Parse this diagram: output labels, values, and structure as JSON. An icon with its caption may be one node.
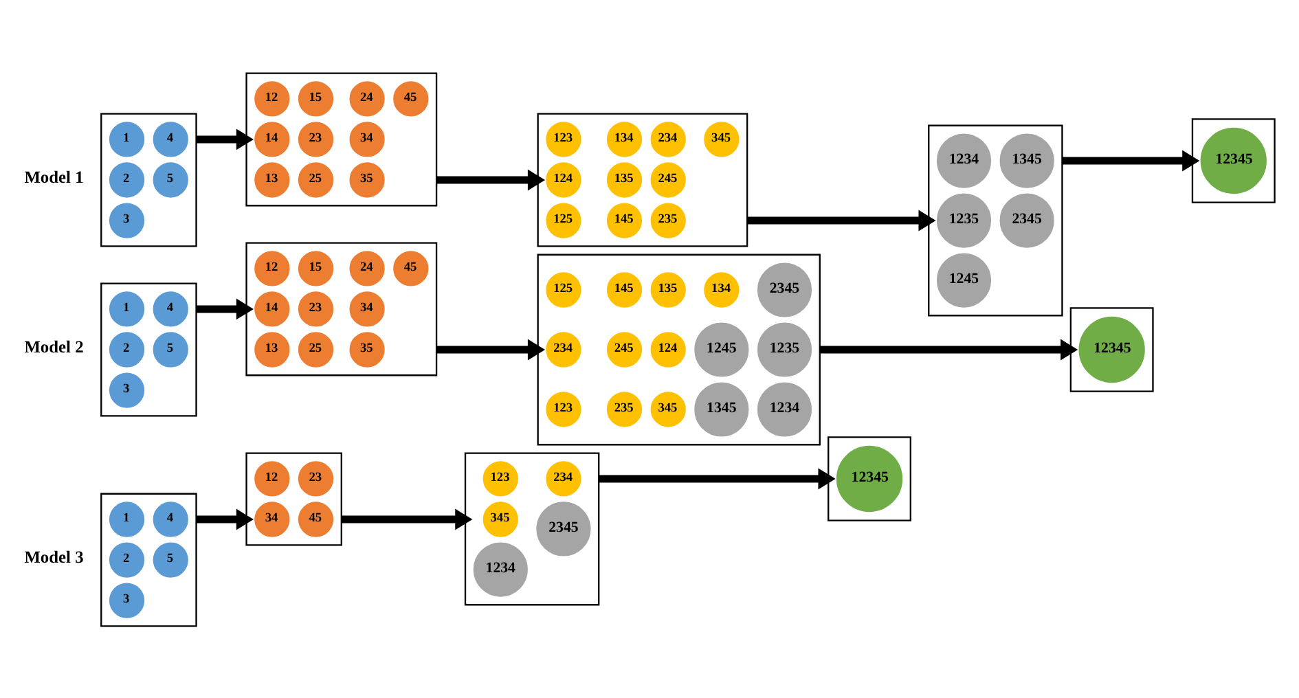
{
  "diagram": {
    "nodes": [
      {
        "text": [],
        "shape": "box"
      },
      {
        "text": [
          "1"
        ],
        "in": 0
      },
      {
        "text": [
          "2"
        ],
        "in": 0
      },
      {
        "text": [
          "3"
        ],
        "in": 0
      },
      {
        "text": [
          "4"
        ],
        "in": 0
      },
      {
        "text": [
          "5"
        ],
        "in": 0
      },
      {
        "text": [],
        "shape": "box"
      },
      {
        "text": [
          "12"
        ],
        "in": 6
      },
      {
        "text": [
          "14"
        ],
        "in": 6
      },
      {
        "text": [
          "13"
        ],
        "in": 6
      },
      {
        "text": [
          "15"
        ],
        "in": 6
      },
      {
        "text": [
          "23"
        ],
        "in": 6
      },
      {
        "text": [
          "25"
        ],
        "in": 6
      },
      {
        "text": [
          "24"
        ],
        "in": 6
      },
      {
        "text": [
          "34"
        ],
        "in": 6
      },
      {
        "text": [
          "35"
        ],
        "in": 6
      },
      {
        "text": [
          "45"
        ],
        "in": 6
      },
      {
        "text": [],
        "shape": "box"
      },
      {
        "text": [
          "123"
        ],
        "in": 17
      },
      {
        "text": [
          "124"
        ],
        "in": 17
      },
      {
        "text": [
          "125"
        ],
        "in": 17
      },
      {
        "text": [
          "134"
        ],
        "in": 17
      },
      {
        "text": [
          "135"
        ],
        "in": 17
      },
      {
        "text": [
          "145"
        ],
        "in": 17
      },
      {
        "text": [
          "234"
        ],
        "in": 17
      },
      {
        "text": [
          "245"
        ],
        "in": 17
      },
      {
        "text": [
          "235"
        ],
        "in": 17
      },
      {
        "text": [
          "345"
        ],
        "in": 17
      },
      {
        "text": [],
        "shape": "box"
      },
      {
        "text": [
          "1234"
        ],
        "in": 28
      },
      {
        "text": [
          "1235"
        ],
        "in": 28
      },
      {
        "text": [
          "1245"
        ],
        "in": 28
      },
      {
        "text": [
          "1345"
        ],
        "in": 28
      },
      {
        "text": [
          "2345"
        ],
        "in": 28
      },
      {
        "text": [],
        "shape": "box"
      },
      {
        "text": [
          "12345"
        ],
        "in": 34
      },
      {
        "text": [],
        "shape": "box"
      },
      {
        "text": [
          "1"
        ],
        "in": 36
      },
      {
        "text": [
          "2"
        ],
        "in": 36
      },
      {
        "text": [
          "3"
        ],
        "in": 36
      },
      {
        "text": [
          "4"
        ],
        "in": 36
      },
      {
        "text": [
          "5"
        ],
        "in": 36
      },
      {
        "text": [],
        "shape": "box"
      },
      {
        "text": [
          "12"
        ],
        "in": 42
      },
      {
        "text": [
          "14"
        ],
        "in": 42
      },
      {
        "text": [
          "13"
        ],
        "in": 42
      },
      {
        "text": [
          "15"
        ],
        "in": 42
      },
      {
        "text": [
          "23"
        ],
        "in": 42
      },
      {
        "text": [
          "25"
        ],
        "in": 42
      },
      {
        "text": [
          "24"
        ],
        "in": 42
      },
      {
        "text": [
          "34"
        ],
        "in": 42
      },
      {
        "text": [
          "35"
        ],
        "in": 42
      },
      {
        "text": [
          "45"
        ],
        "in": 42
      },
      {
        "text": [],
        "shape": "box"
      },
      {
        "text": [
          "125"
        ],
        "in": 53
      },
      {
        "text": [
          "234"
        ],
        "in": 53
      },
      {
        "text": [
          "123"
        ],
        "in": 53
      },
      {
        "text": [
          "145"
        ],
        "in": 53
      },
      {
        "text": [
          "245"
        ],
        "in": 53
      },
      {
        "text": [
          "235"
        ],
        "in": 53
      },
      {
        "text": [
          "135"
        ],
        "in": 53
      },
      {
        "text": [
          "124"
        ],
        "in": 53
      },
      {
        "text": [
          "345"
        ],
        "in": 53
      },
      {
        "text": [
          "134"
        ],
        "in": 53
      },
      {
        "text": [
          "1245"
        ],
        "in": 53
      },
      {
        "text": [
          "1345"
        ],
        "in": 53
      },
      {
        "text": [
          "2345"
        ],
        "in": 53
      },
      {
        "text": [
          "1235"
        ],
        "in": 53
      },
      {
        "text": [
          "1234"
        ],
        "in": 53
      },
      {
        "text": [],
        "shape": "box"
      },
      {
        "text": [
          "12345"
        ],
        "in": 69
      },
      {
        "text": [],
        "shape": "box"
      },
      {
        "text": [
          "1"
        ],
        "in": 71
      },
      {
        "text": [
          "2"
        ],
        "in": 71
      },
      {
        "text": [
          "3"
        ],
        "in": 71
      },
      {
        "text": [
          "4"
        ],
        "in": 71
      },
      {
        "text": [
          "5"
        ],
        "in": 71
      },
      {
        "text": [],
        "shape": "box"
      },
      {
        "text": [
          "12"
        ],
        "in": 77
      },
      {
        "text": [
          "34"
        ],
        "in": 77
      },
      {
        "text": [
          "23"
        ],
        "in": 77
      },
      {
        "text": [
          "45"
        ],
        "in": 77
      },
      {
        "text": [],
        "shape": "box"
      },
      {
        "text": [
          "123"
        ],
        "in": 82
      },
      {
        "text": [
          "345"
        ],
        "in": 82
      },
      {
        "text": [
          "1234"
        ],
        "in": 82
      },
      {
        "text": [
          "234"
        ],
        "in": 82
      },
      {
        "text": [
          "2345"
        ],
        "in": 82
      },
      {
        "text": [],
        "shape": "box"
      },
      {
        "text": [
          "12345"
        ],
        "in": 88
      }
    ],
    "edges": [
      {
        "from": 0,
        "to": 6,
        "arrow": "to"
      },
      {
        "from": 6,
        "to": 17,
        "arrow": "to"
      },
      {
        "from": 17,
        "to": 28,
        "arrow": "to"
      },
      {
        "from": 28,
        "to": 34,
        "arrow": "to"
      },
      {
        "from": 36,
        "to": 42,
        "arrow": "to"
      },
      {
        "from": 42,
        "to": 53,
        "arrow": "to"
      },
      {
        "from": 53,
        "to": 69,
        "arrow": "to"
      },
      {
        "from": 71,
        "to": 77,
        "arrow": "to"
      },
      {
        "from": 77,
        "to": 82,
        "arrow": "to"
      },
      {
        "from": 82,
        "to": 88,
        "arrow": "to"
      }
    ],
    "labels": [
      "Model 1",
      "Model 2",
      "Model 3"
    ]
  }
}
